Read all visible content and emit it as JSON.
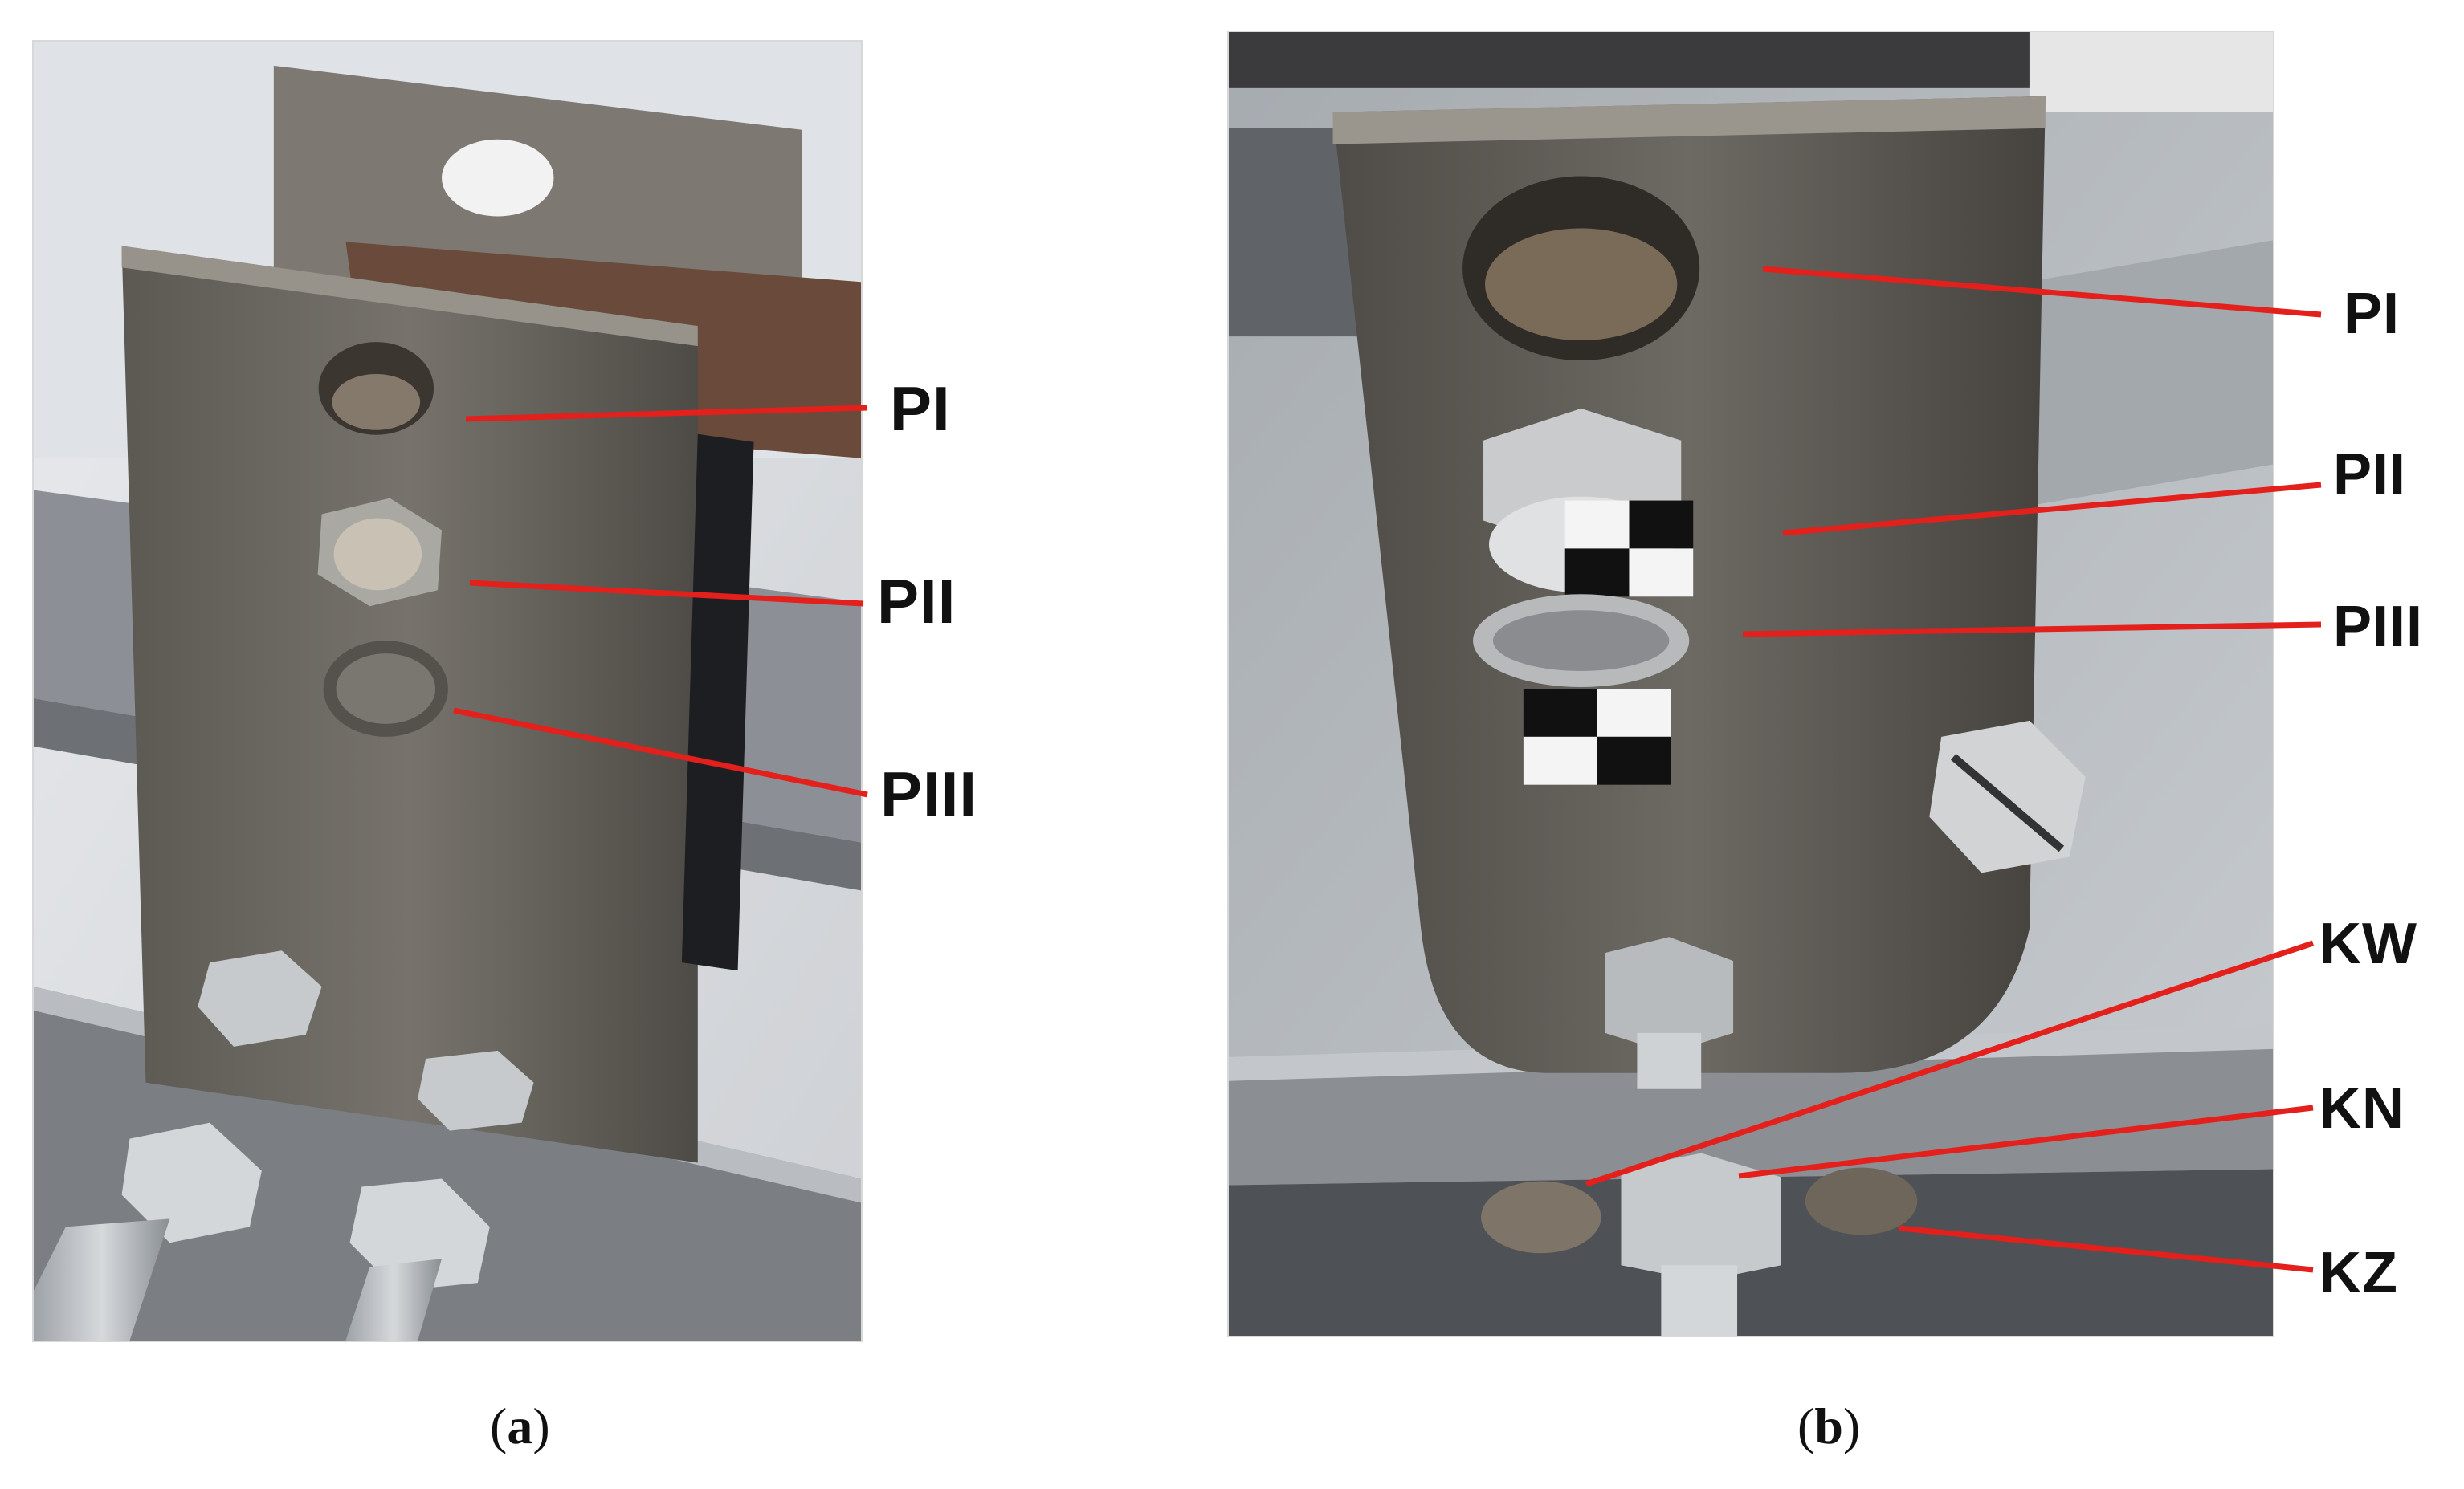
{
  "panel_a": {
    "labels": [
      "PI",
      "PII",
      "PIII"
    ],
    "caption_open": "(",
    "caption_letter": "a",
    "caption_close": ")"
  },
  "panel_b": {
    "labels": [
      "PI",
      "PII",
      "PIII",
      "KW",
      "KN",
      "KZ"
    ],
    "caption_open": "(",
    "caption_letter": "b",
    "caption_close": ")"
  },
  "colors": {
    "leader_line": "#e3201b",
    "label_text": "#111111",
    "steel_plate": "#6e6a64"
  }
}
